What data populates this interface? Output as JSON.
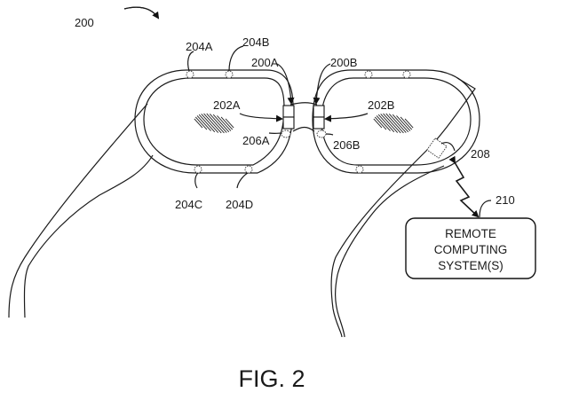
{
  "figure": {
    "caption": "FIG. 2",
    "reference_label": "200"
  },
  "labels": {
    "sensor_204A": "204A",
    "sensor_204B": "204B",
    "sensor_204C": "204C",
    "sensor_204D": "204D",
    "hinge_200A": "200A",
    "hinge_200B": "200B",
    "display_202A": "202A",
    "display_202B": "202B",
    "sensor_206A": "206A",
    "sensor_206B": "206B",
    "module_208": "208",
    "remote_210": "210"
  },
  "remote_box": {
    "lines": [
      "REMOTE",
      "COMPUTING",
      "SYSTEM(S)"
    ]
  }
}
